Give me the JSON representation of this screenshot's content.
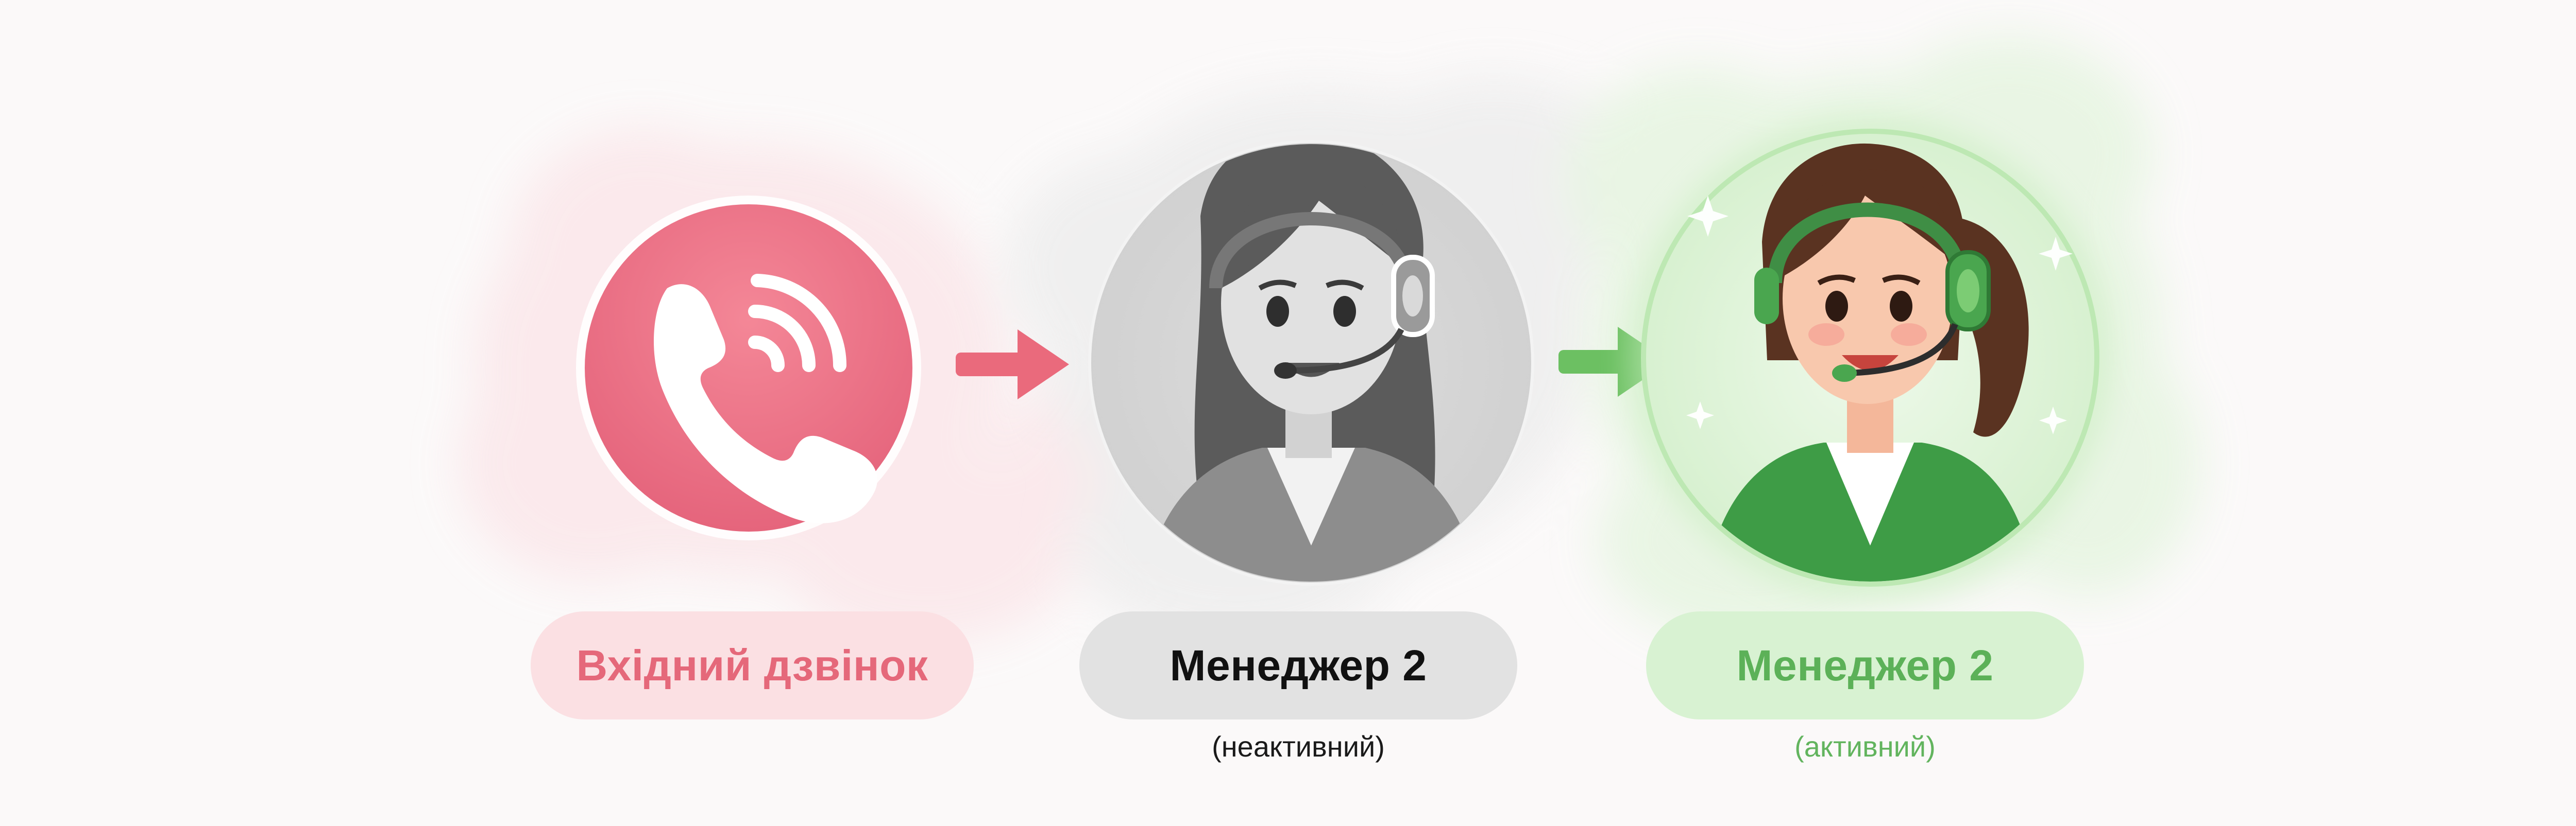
{
  "steps": [
    {
      "label": "Вхідний дзвінок",
      "sublabel": ""
    },
    {
      "label": "Менеджер 2",
      "sublabel": "(неактивний)"
    },
    {
      "label": "Менеджер 2",
      "sublabel": "(активний)"
    }
  ],
  "icons": {
    "call": "phone-ringing-icon",
    "inactive_manager": "operator-headset-grayscale",
    "active_manager": "operator-headset-color",
    "arrow": "arrow-right-icon"
  },
  "colors": {
    "call": "#ec6f81",
    "inactive": "#9a9a9a",
    "active": "#5ab455",
    "arrow_red": "#ea6a7c",
    "arrow_green": "#6cc062"
  }
}
